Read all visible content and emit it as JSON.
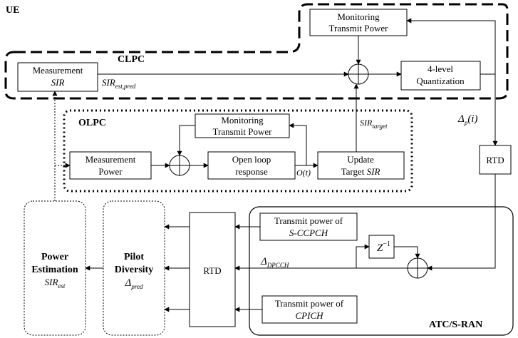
{
  "labels": {
    "ue": "UE",
    "clpc": "CLPC",
    "olpc": "OLPC",
    "atc": "ATC/S-RAN",
    "mtp_top_1": "Monitoring",
    "mtp_top_2": "Transmit Power",
    "meas_sir_1": "Measurement",
    "meas_sir_2": "SIR",
    "sir_est_pred_main": "SIR",
    "sir_est_pred_sub": "est,pred",
    "quant_1": "4-level",
    "quant_2": "Quantization",
    "delta_p": "Δ",
    "delta_p_sub": "p",
    "delta_p_arg": "(i)",
    "rtd_right": "RTD",
    "mtp_olpc_1": "Monitoring",
    "mtp_olpc_2": "Transmit Power",
    "sir_target_main": "SIR",
    "sir_target_sub": "target",
    "meas_power_1": "Measurement",
    "meas_power_2": "Power",
    "openloop_1": "Open loop",
    "openloop_2": "response",
    "ot": "O(t)",
    "update_1": "Update",
    "update_2a": "Target ",
    "update_2b": "SIR",
    "power_est_1": "Power",
    "power_est_2": "Estimation",
    "sir_est_main": "SIR",
    "sir_est_sub": "est",
    "pilot_1": "Pilot",
    "pilot_2": "Diversity",
    "delta_pred": "Δ",
    "delta_pred_sub": "pred",
    "rtd_mid": "RTD",
    "tp_sccpch_1": "Transmit power of",
    "tp_sccpch_2": "S-CCPCH",
    "z_inv": "Z",
    "z_inv_sup": "−1",
    "delta_dpcch": "Δ",
    "delta_dpcch_sub": "DPCCH",
    "tp_cpich_1": "Transmit power of",
    "tp_cpich_2": "CPICH"
  }
}
